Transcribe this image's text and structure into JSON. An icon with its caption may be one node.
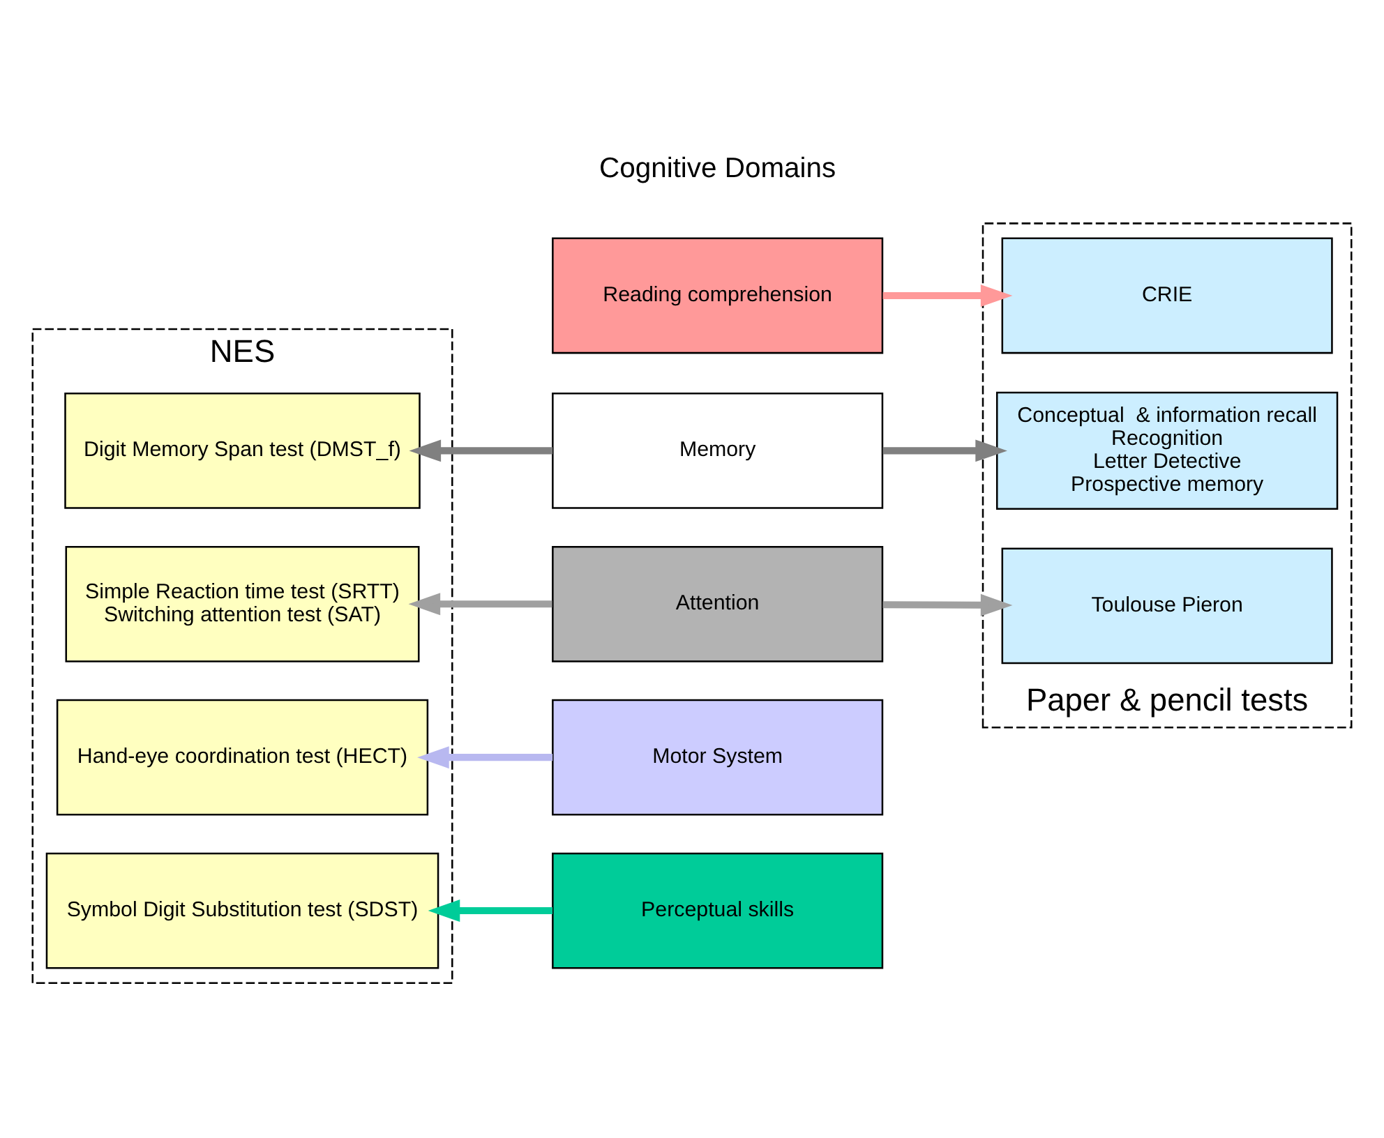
{
  "diagram": {
    "nodes": [
      {
        "text": [
          "NES"
        ]
      },
      {
        "text": [
          "Digit Memory Span test (DMST_f)"
        ],
        "in": 0
      },
      {
        "text": [
          "Simple Reaction time test (SRTT)",
          "Switching attention test (SAT)"
        ],
        "in": 0
      },
      {
        "text": [
          "Hand-eye coordination test (HECT)"
        ],
        "in": 0
      },
      {
        "text": [
          "Symbol Digit Substitution test (SDST)"
        ],
        "in": 0
      },
      {
        "text": [
          "Reading comprehension"
        ]
      },
      {
        "text": [
          "Memory"
        ]
      },
      {
        "text": [
          "Attention"
        ]
      },
      {
        "text": [
          "Motor System"
        ]
      },
      {
        "text": [
          "Perceptual skills"
        ]
      },
      {
        "text": [
          "Paper & pencil tests"
        ]
      },
      {
        "text": [
          "CRIE"
        ],
        "in": 10
      },
      {
        "text": [
          "Conceptual  & information recall",
          "Recognition",
          "Letter Detective",
          "Prospective memory"
        ],
        "in": 10
      },
      {
        "text": [
          "Toulouse Pieron"
        ],
        "in": 10
      }
    ],
    "edges": [
      {
        "from": 5,
        "to": 11,
        "arrow": "to",
        "color": "#ff9999"
      },
      {
        "from": 6,
        "to": 1,
        "arrow": "to",
        "color": "#808080"
      },
      {
        "from": 6,
        "to": 12,
        "arrow": "to",
        "color": "#808080"
      },
      {
        "from": 7,
        "to": 2,
        "arrow": "to",
        "color": "#a0a0a0"
      },
      {
        "from": 7,
        "to": 13,
        "arrow": "to",
        "color": "#a0a0a0"
      },
      {
        "from": 8,
        "to": 3,
        "arrow": "to",
        "color": "#b8b8f0"
      },
      {
        "from": 9,
        "to": 4,
        "arrow": "to",
        "color": "#00cc99"
      }
    ],
    "labels": [
      "Cognitive Domains"
    ]
  }
}
